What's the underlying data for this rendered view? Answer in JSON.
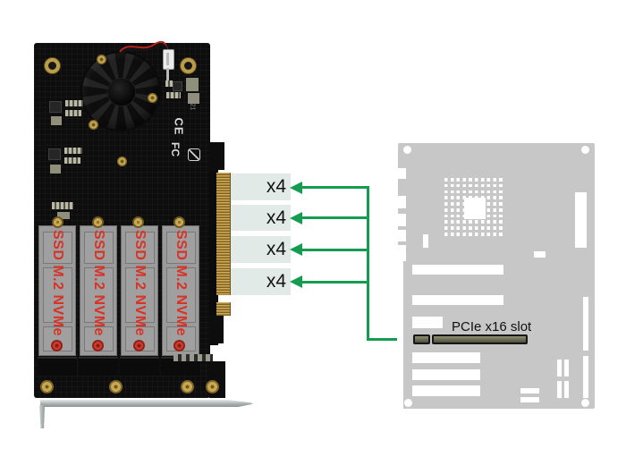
{
  "diagram": {
    "lanes": {
      "labels": [
        "x4",
        "x4",
        "x4",
        "x4"
      ]
    },
    "motherboard": {
      "slot_label": "PCIe x16 slot"
    }
  },
  "card": {
    "ssd_labels": [
      "SSD M.2 NVMe",
      "SSD M.2 NVMe",
      "SSD M.2 NVMe",
      "SSD M.2 NVMe"
    ],
    "ce_mark": "CE",
    "fcc_mark": "FC",
    "date_code": "1821"
  },
  "colors": {
    "arrow_green": "#149c50",
    "lane_box_bg": "#e2eae7",
    "motherboard_gray": "#c7c7c7",
    "pcb_black": "#0d0d0d",
    "gold_contacts": "#c9a84e",
    "ssd_text_red": "#d83327",
    "bracket_silver": "#b9bfbf",
    "slot_interior": "#6e6e54"
  }
}
